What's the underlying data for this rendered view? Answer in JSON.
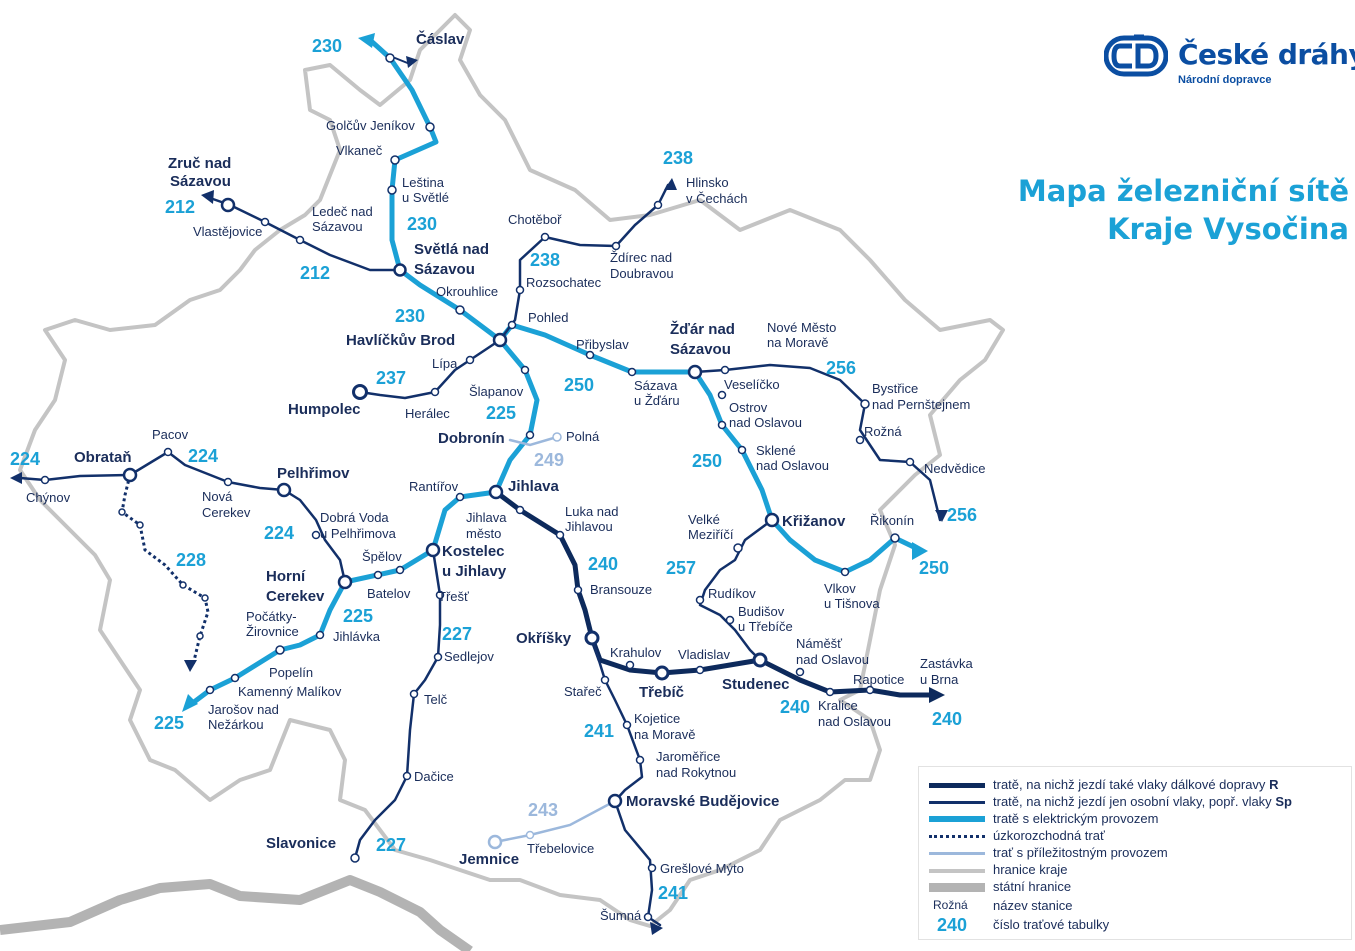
{
  "brand": {
    "name": "České dráhy",
    "subtitle": "Národní dopravce",
    "color": "#0b4ea2"
  },
  "title": {
    "line1": "Mapa železniční sítě",
    "line2": "Kraje Vysočina",
    "color": "#1ba1d6"
  },
  "colors": {
    "long_distance": "#0d2a5c",
    "regional": "#12306a",
    "electric": "#1ba1d6",
    "occasional": "#9cb8dc",
    "region_border": "#c4c4c4",
    "state_border": "#b3b3b3"
  },
  "stations": {
    "caslav": "Čáslav",
    "golcuv": "Golčův Jeníkov",
    "vlkanec": "Vlkaneč",
    "lestina_1": "Leština",
    "lestina_2": "u Světlé",
    "zruc_1": "Zruč nad",
    "zruc_2": "Sázavou",
    "vlastejovice": "Vlastějovice",
    "ledec_1": "Ledeč nad",
    "ledec_2": "Sázavou",
    "svetla_1": "Světlá nad",
    "svetla_2": "Sázavou",
    "okrouhlice": "Okrouhlice",
    "chotebor": "Chotěboř",
    "rozsochatec": "Rozsochatec",
    "zdirec_1": "Ždírec nad",
    "zdirec_2": "Doubravou",
    "hlinsko_1": "Hlinsko",
    "hlinsko_2": "v Čechách",
    "havlickuv_brod": "Havlíčkův Brod",
    "pohled": "Pohled",
    "pribyslav": "Přibyslav",
    "zdar_1": "Žďár nad",
    "zdar_2": "Sázavou",
    "nove_mesto_1": "Nové Město",
    "nove_mesto_2": "na Moravě",
    "lipa": "Lípa",
    "humpolec": "Humpolec",
    "heralec": "Herálec",
    "slapanov": "Šlapanov",
    "sazava_1": "Sázava",
    "sazava_2": "u Žďáru",
    "veselicko": "Veselíčko",
    "bystrice_1": "Bystřice",
    "bystrice_2": "nad Pernštejnem",
    "ostrov_1": "Ostrov",
    "ostrov_2": "nad Oslavou",
    "roznak": "Rožná",
    "dobronin": "Dobronín",
    "polna": "Polná",
    "nedvedice": "Nedvědice",
    "sklene_1": "Sklené",
    "sklene_2": "nad Oslavou",
    "pacov": "Pacov",
    "obratan": "Obrataň",
    "chynov": "Chýnov",
    "nova_cerekev_1": "Nová",
    "nova_cerekev_2": "Cerekev",
    "pelhrimov": "Pelhřimov",
    "rantirov": "Rantířov",
    "jihlava": "Jihlava",
    "jihlava_mesto_1": "Jihlava",
    "jihlava_mesto_2": "město",
    "luka_1": "Luka nad",
    "luka_2": "Jihlavou",
    "dobra_voda_1": "Dobrá Voda",
    "dobra_voda_2": "u Pelhřimova",
    "velke_mezirici_1": "Velké",
    "velke_mezirici_2": "Meziříčí",
    "krizanov": "Křižanov",
    "rikonin": "Řikonín",
    "spelov": "Špělov",
    "kostelec_1": "Kostelec",
    "kostelec_2": "u Jihlavy",
    "horni_cerekev_1": "Horní",
    "horni_cerekev_2": "Cerekev",
    "batelov": "Batelov",
    "trest": "Třešť",
    "bransouze": "Bransouze",
    "rudikov": "Rudíkov",
    "vlkov_1": "Vlkov",
    "vlkov_2": "u Tišnova",
    "pocatky_1": "Počátky-",
    "pocatky_2": "Žirovnice",
    "jihlavka": "Jihlávka",
    "budisov_1": "Budišov",
    "budisov_2": "u Třebíče",
    "okrisky": "Okříšky",
    "krahulov": "Krahulov",
    "vladislav": "Vladislav",
    "namest_1": "Náměšť",
    "namest_2": "nad Oslavou",
    "zastavka_1": "Zastávka",
    "zastavka_2": "u Brna",
    "sedlejov": "Sedlejov",
    "popelin": "Popelín",
    "trebic": "Třebíč",
    "studenec": "Studenec",
    "rapotice": "Rapotice",
    "kamenny_malikov": "Kamenný Malíkov",
    "starec": "Stařeč",
    "jarosov_1": "Jarošov nad",
    "jarosov_2": "Nežárkou",
    "telc": "Telč",
    "kralice_1": "Kralice",
    "kralice_2": "nad Oslavou",
    "kojetice_1": "Kojetice",
    "kojetice_2": "na Moravě",
    "jaromerice_1": "Jaroměřice",
    "jaromerice_2": "nad Rokytnou",
    "dacice": "Dačice",
    "moravske_budejovice": "Moravské Budějovice",
    "slavonice": "Slavonice",
    "jemnice": "Jemnice",
    "trebelovice": "Třebelovice",
    "greslove_myto": "Grešlové Mýto",
    "sumna": "Šumná"
  },
  "lines": {
    "l230a": "230",
    "l230b": "230",
    "l230c": "230",
    "l212a": "212",
    "l212b": "212",
    "l238a": "238",
    "l238b": "238",
    "l237": "237",
    "l225a": "225",
    "l225b": "225",
    "l225c": "225",
    "l250a": "250",
    "l250b": "250",
    "l250c": "250",
    "l256a": "256",
    "l256b": "256",
    "l249": "249",
    "l224a": "224",
    "l224b": "224",
    "l224c": "224",
    "l228": "228",
    "l240a": "240",
    "l240b": "240",
    "l240c": "240",
    "l257": "257",
    "l227a": "227",
    "l227b": "227",
    "l241a": "241",
    "l241b": "241",
    "l243": "243"
  },
  "legend": {
    "long_distance_text": "tratě, na nichž jezdí také vlaky dálkové dopravy",
    "long_distance_bold": "R",
    "regional_text": "tratě, na nichž jezdí jen osobní vlaky, popř. vlaky",
    "regional_bold": "Sp",
    "electric": "tratě s elektrickým provozem",
    "narrow": "úzkorozchodná trať",
    "occasional": "trať s příležitostným provozem",
    "region_border": "hranice kraje",
    "state_border": "státní hranice",
    "station_example": "Rožná",
    "station_label": "název stanice",
    "table_example": "240",
    "table_label": "číslo traťové tabulky"
  }
}
